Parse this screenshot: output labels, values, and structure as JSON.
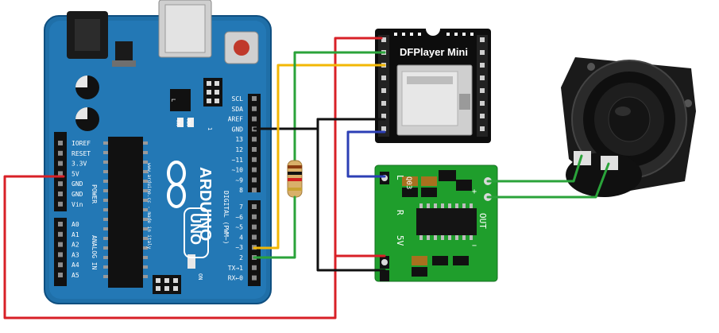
{
  "arduino": {
    "brand": "ARDUINO",
    "model": "UNO",
    "website": "www.arduino.cc - made in italy",
    "on_label": "ON",
    "tx_label": "TX",
    "rx_label": "RX",
    "l_label": "L",
    "one_label": "1",
    "header_top": [
      "SCL",
      "SDA",
      "AREF",
      "GND",
      "13",
      "12",
      "~11",
      "~10",
      "~9",
      "8"
    ],
    "header_digital": [
      "7",
      "~6",
      "~5",
      "4",
      "~3",
      "2",
      "TX→1",
      "RX←0"
    ],
    "header_digital_title": "DIGITAL (PWM~)",
    "header_power": [
      "IOREF",
      "RESET",
      "3.3V",
      "5V",
      "GND",
      "GND",
      "Vin"
    ],
    "header_power_title": "POWER",
    "header_analog": [
      "A0",
      "A1",
      "A2",
      "A3",
      "A4",
      "A5"
    ],
    "header_analog_title": "ANALOG IN"
  },
  "dfplayer": {
    "title": "DFPlayer Mini"
  },
  "amplifier": {
    "chip_text": "Q03",
    "label_l": "L",
    "label_r": "R",
    "label_out": "OUT",
    "label_5v": "5V",
    "label_plus": "+",
    "label_minus": "−"
  },
  "colors": {
    "arduino_board": "#1f6fa8",
    "dfplayer_board": "#0d0d0d",
    "amp_board": "#1f9e2c",
    "wire_red": "#d82027",
    "wire_black": "#111111",
    "wire_yellow": "#f2b705",
    "wire_green": "#2aa33a",
    "wire_blue": "#2c3fb5",
    "resistor": "#d9b06a"
  }
}
